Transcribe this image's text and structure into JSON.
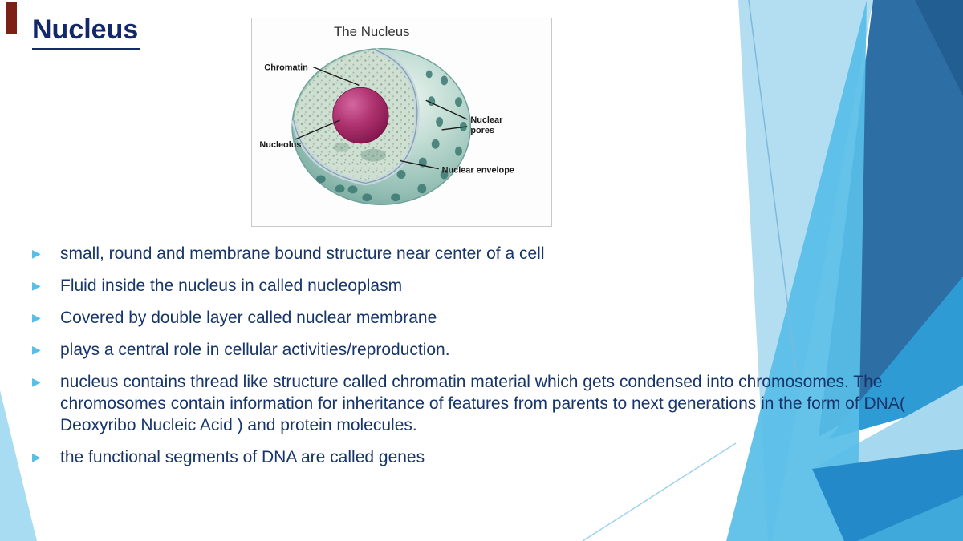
{
  "slide": {
    "title": "Nucleus",
    "bullets": [
      {
        "text": "small, round and membrane bound structure near center of a cell"
      },
      {
        "text": "Fluid inside the nucleus in called nucleoplasm"
      },
      {
        "text": "Covered by double layer called nuclear membrane"
      },
      {
        "text": "plays a central role in cellular activities/reproduction."
      },
      {
        "text": "nucleus contains thread like structure called chromatin material which gets condensed into chromosomes. The chromosomes contain information for inheritance of features from parents to next generations in the form of DNA( Deoxyribo Nucleic Acid ) and protein molecules."
      },
      {
        "text": "the functional segments of DNA are called genes"
      }
    ]
  },
  "figure": {
    "title": "The Nucleus",
    "labels": {
      "chromatin": "Chromatin",
      "nucleolus": "Nucleolus",
      "nuclear_pores_line1": "Nuclear",
      "nuclear_pores_line2": "pores",
      "nuclear_envelope": "Nuclear envelope"
    }
  },
  "colors": {
    "title_text": "#12286b",
    "body_text": "#17356b",
    "bullet_marker": "#56bfe8",
    "accent_red_mark": "#7d1f16",
    "decor_light_blue": "#b3def2",
    "decor_sky_blue": "#58bee8",
    "decor_steel_blue": "#2d6fa4",
    "decor_deep_azure": "#2f9bd4",
    "decor_bottom_blue": "#2489c8",
    "nucleus_teal": "#9cc6bb",
    "nucleolus_magenta": "#b02a6e"
  }
}
